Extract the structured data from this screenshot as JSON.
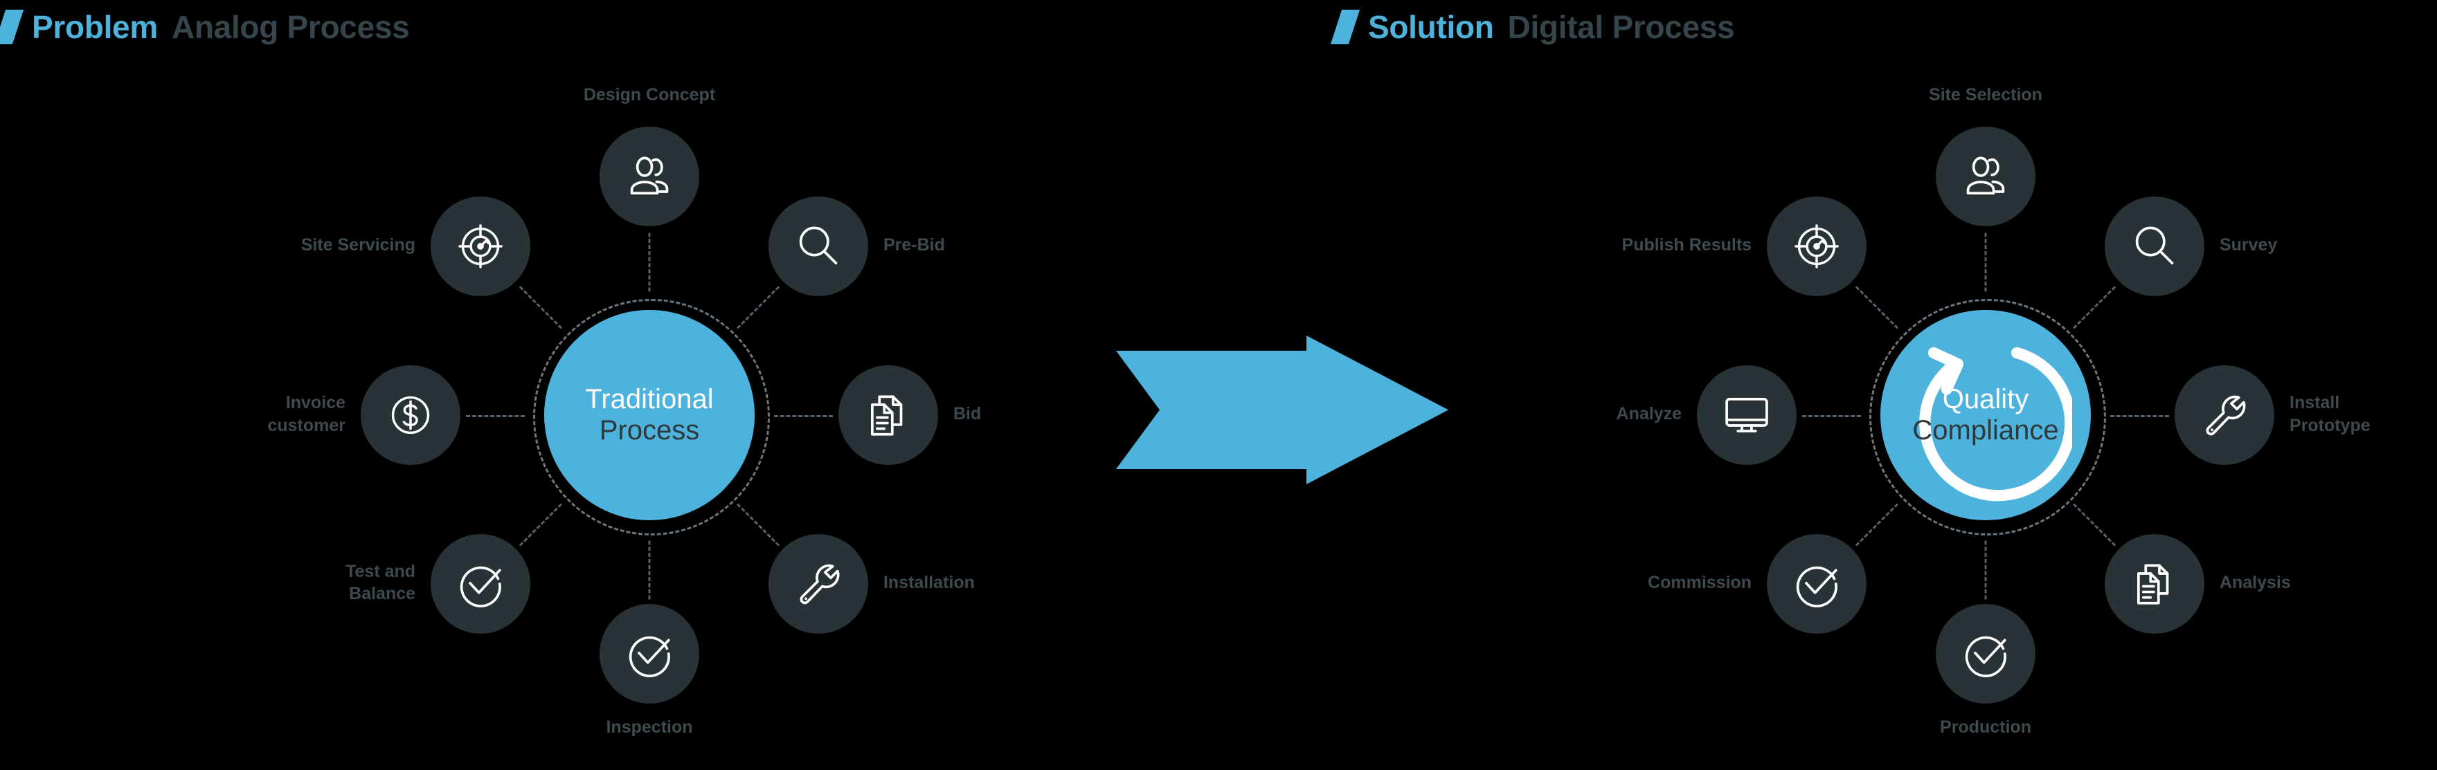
{
  "colors": {
    "background": "#000000",
    "accent_blue": "#4EB3DC",
    "node_fill": "#283237",
    "label_gray": "#3D4A50",
    "heading_muted": "#36444C",
    "dash_gray": "#6B7780"
  },
  "left": {
    "heading": {
      "accent": "Problem",
      "muted": "Analog Process"
    },
    "hub": {
      "line1": "Traditional",
      "line2": "Process"
    },
    "nodes": [
      {
        "label": "Design Concept",
        "icon": "people-icon",
        "angle": -90
      },
      {
        "label": "Pre-Bid",
        "icon": "search-icon",
        "angle": -45
      },
      {
        "label": "Bid",
        "icon": "documents-icon",
        "angle": 0
      },
      {
        "label": "Installation",
        "icon": "wrench-icon",
        "angle": 45
      },
      {
        "label": "Inspection",
        "icon": "check-circle-icon",
        "angle": 90
      },
      {
        "label": "Test and\nBalance",
        "icon": "check-circle-icon",
        "angle": 135
      },
      {
        "label": "Invoice\ncustomer",
        "icon": "dollar-icon",
        "angle": 180
      },
      {
        "label": "Site Servicing",
        "icon": "target-icon",
        "angle": -135
      }
    ]
  },
  "right": {
    "heading": {
      "accent": "Solution",
      "muted": "Digital Process"
    },
    "hub": {
      "line1": "Quality",
      "line2": "Compliance",
      "overlay_icon": "cycle-arrow-icon"
    },
    "nodes": [
      {
        "label": "Site Selection",
        "icon": "people-icon",
        "angle": -90
      },
      {
        "label": "Survey",
        "icon": "search-icon",
        "angle": -45
      },
      {
        "label": "Install\nPrototype",
        "icon": "wrench-icon",
        "angle": 0
      },
      {
        "label": "Analysis",
        "icon": "documents-icon",
        "angle": 45
      },
      {
        "label": "Production",
        "icon": "check-circle-icon",
        "angle": 90
      },
      {
        "label": "Commission",
        "icon": "check-circle-icon",
        "angle": 135
      },
      {
        "label": "Analyze",
        "icon": "monitor-icon",
        "angle": 180
      },
      {
        "label": "Publish Results",
        "icon": "target-icon",
        "angle": -135
      }
    ]
  },
  "transition": {
    "icon": "right-arrow-icon"
  }
}
